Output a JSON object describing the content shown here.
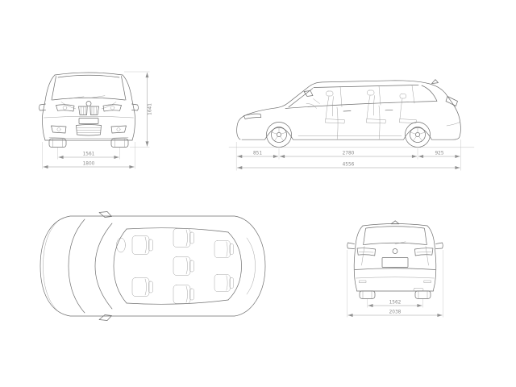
{
  "drawing": {
    "kind": "vehicle-dimension-blueprint",
    "views": [
      "front-view",
      "side-view",
      "top-view",
      "rear-view"
    ]
  },
  "dimensions": {
    "front": {
      "height": "1641",
      "track": "1561",
      "width": "1800"
    },
    "side": {
      "front_overhang": "851",
      "wheelbase": "2780",
      "rear_overhang": "925",
      "length": "4556"
    },
    "rear": {
      "track": "1562",
      "width_incl_mirrors": "2038"
    }
  },
  "colors": {
    "background": "#ffffff",
    "body_line": "#6f6f6f",
    "dimension_line": "#9b9b9b",
    "dimension_text": "#8a8a8a"
  }
}
